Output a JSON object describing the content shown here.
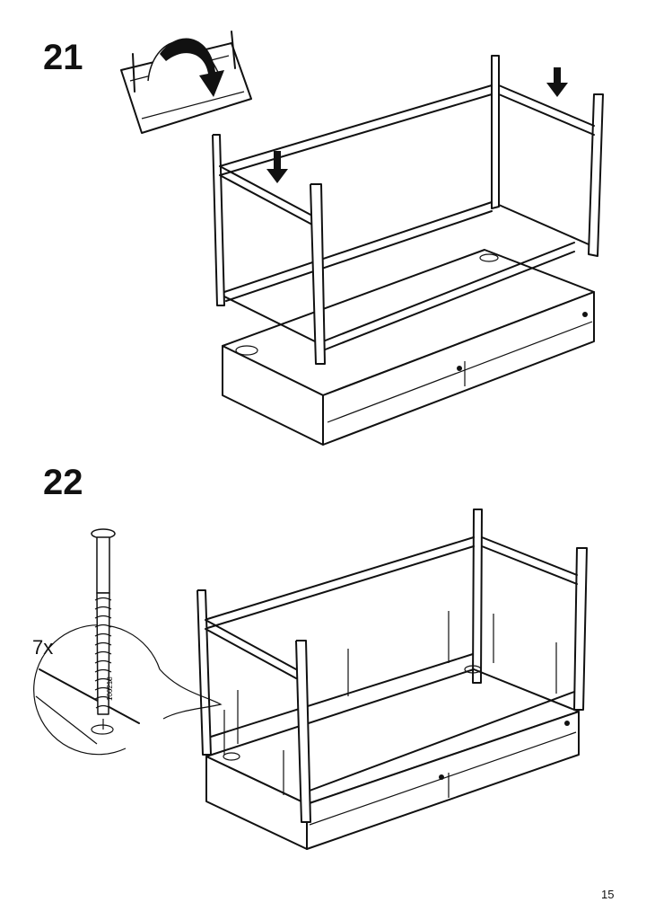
{
  "steps": [
    {
      "number": "21"
    },
    {
      "number": "22",
      "quantity": "7x",
      "part_number": "100218"
    }
  ],
  "page_number": "15"
}
